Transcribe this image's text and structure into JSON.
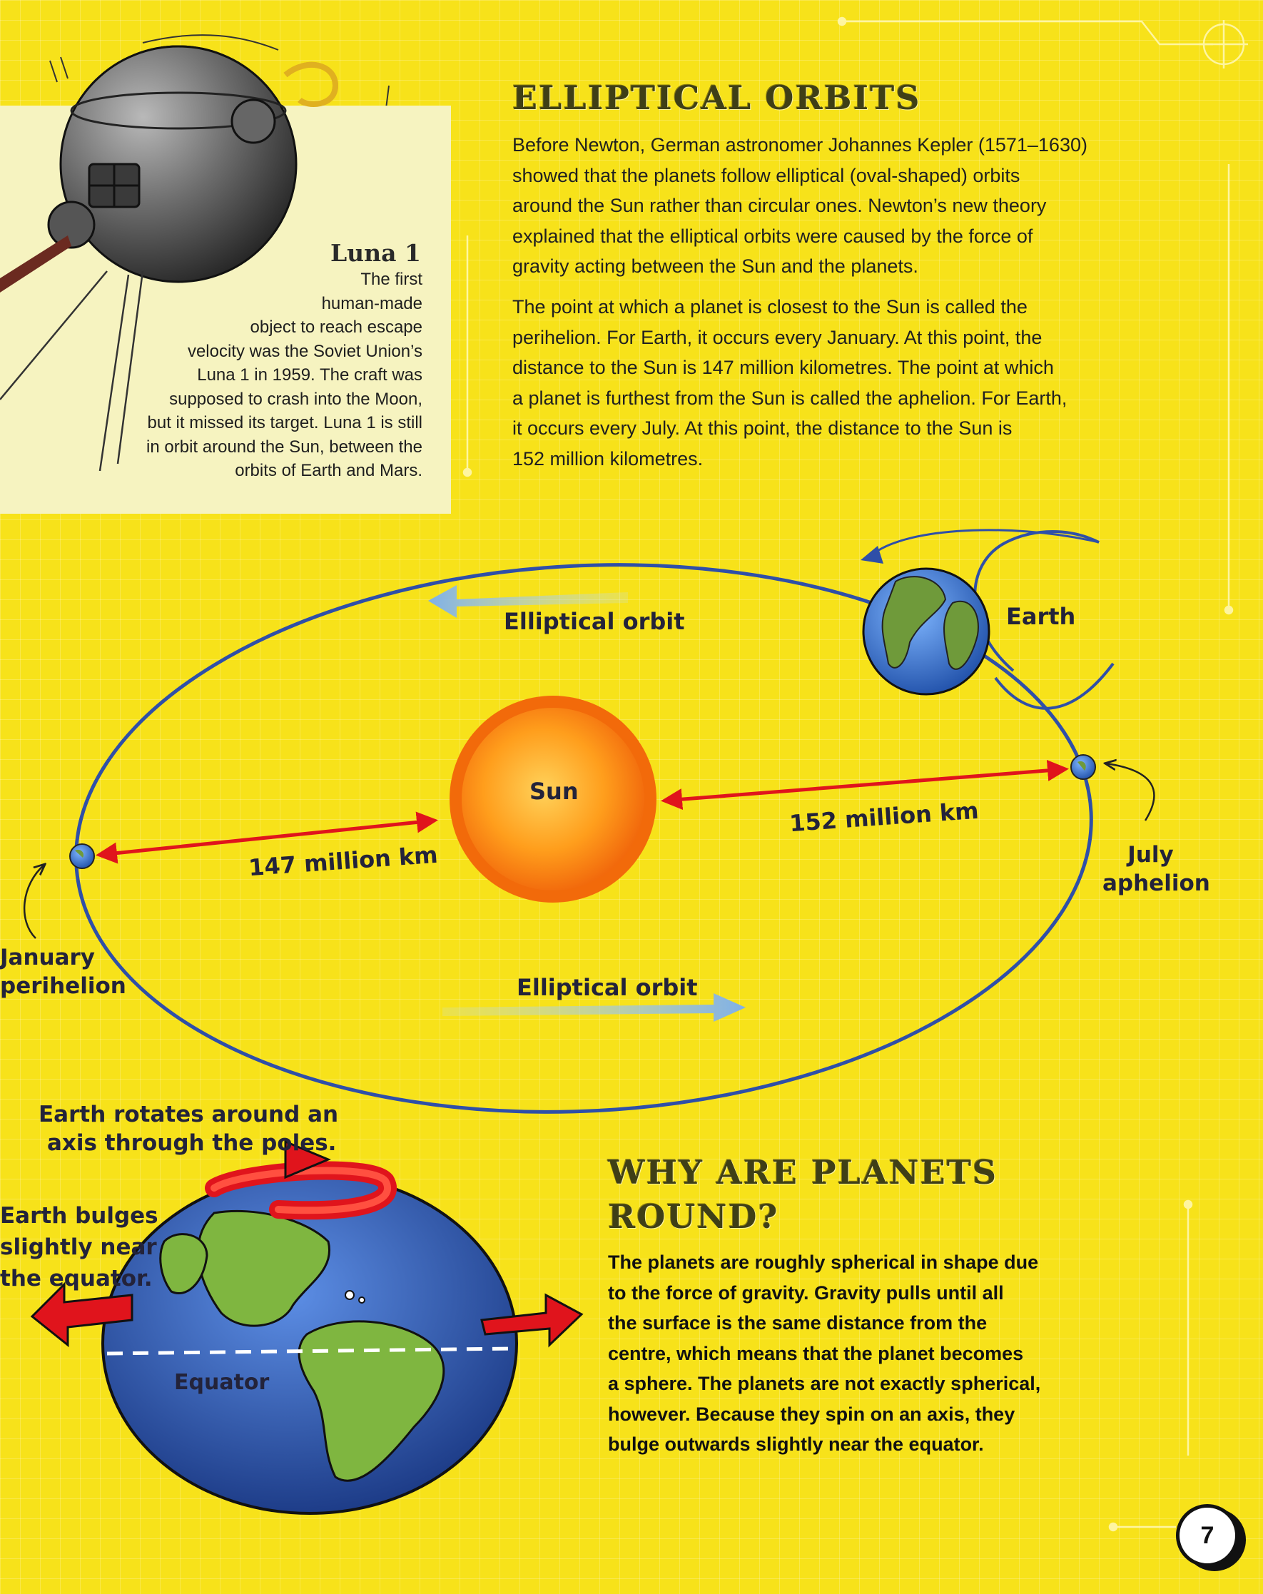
{
  "luna": {
    "title": "Luna 1",
    "lines": [
      "The first",
      "human-made",
      "object to reach escape",
      "velocity was the Soviet Union’s",
      "Luna 1 in 1959. The craft was",
      "supposed to crash into the Moon,",
      "but it missed its target. Luna 1 is still",
      "in orbit around the Sun, between the",
      "orbits of Earth and Mars."
    ]
  },
  "elliptical": {
    "heading": "ELLIPTICAL ORBITS",
    "para1": [
      "Before Newton, German astronomer Johannes Kepler (1571–1630)",
      "showed that the planets follow elliptical (oval-shaped) orbits",
      "around the Sun rather than circular ones. Newton’s new theory",
      "explained that the elliptical orbits were caused by the force of",
      "gravity acting between the Sun and the planets."
    ],
    "para2": [
      "The point at which a planet is closest to the Sun is called the",
      "perihelion. For Earth, it occurs every January. At this point, the",
      "distance to the Sun is 147 million kilometres. The point at which",
      "a planet is furthest from the Sun is called the aphelion. For Earth,",
      "it occurs every July. At this point, the distance to the Sun is",
      "152 million kilometres."
    ]
  },
  "orbit_diagram": {
    "orbit_label_top": "Elliptical orbit",
    "orbit_label_bottom": "Elliptical orbit",
    "earth_label": "Earth",
    "sun_label": "Sun",
    "distance_perihelion": "147 million km",
    "distance_aphelion": "152 million km",
    "perihelion_label": [
      "January",
      "perihelion"
    ],
    "aphelion_label": [
      "July",
      "aphelion"
    ]
  },
  "rotation_diagram": {
    "rotates_label": [
      "Earth rotates around an",
      "axis through the poles."
    ],
    "bulges_label": [
      "Earth bulges",
      "slightly near",
      "the equator."
    ],
    "equator_label": "Equator"
  },
  "round": {
    "heading": [
      "WHY ARE PLANETS",
      "ROUND?"
    ],
    "para": [
      "The planets are roughly spherical in shape due",
      "to the force of gravity. Gravity pulls until all",
      "the surface is the same distance from the",
      "centre, which means that the planet becomes",
      "a sphere. The planets are not exactly spherical,",
      "however. Because they spin on an axis, they",
      "bulge outwards slightly near the equator."
    ]
  },
  "page_number": "7",
  "colors": {
    "background": "#f7e21a",
    "panel": "#f6f3c0",
    "orbit_line": "#2f4fa8",
    "distance_arrow": "#e0141c",
    "sun": "#f58a10"
  }
}
